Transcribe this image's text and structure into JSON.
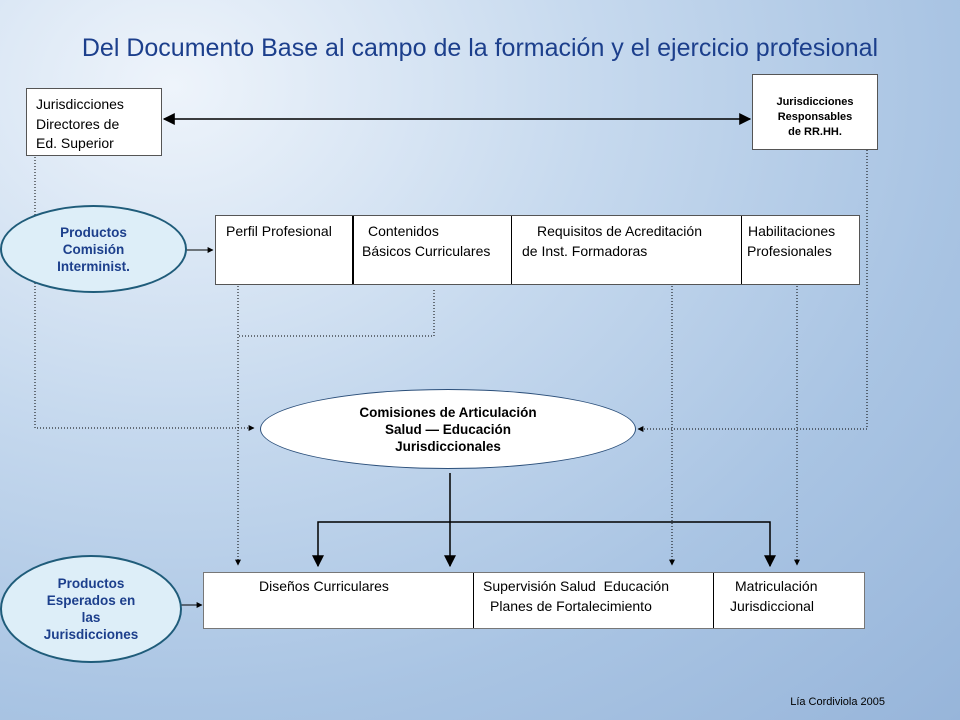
{
  "title": "Del Documento Base  al campo de la formación y el ejercicio profesional",
  "box_directores": {
    "line1": "Jurisdicciones",
    "line2": "Directores de",
    "line3": "Ed. Superior"
  },
  "box_rrhh": {
    "line1": "Jurisdicciones",
    "line2": "Responsables",
    "line3": "de RR.HH."
  },
  "oval_productos_comision": {
    "line1": "Productos",
    "line2": "Comisión",
    "line3": "Interminist."
  },
  "products_row": {
    "perfil": "Perfil Profesional",
    "contenidos_1": "Contenidos",
    "contenidos_2": "Básicos Curriculares",
    "requisitos_1": "Requisitos de Acreditación",
    "requisitos_2": "de Inst. Formadoras",
    "habilitaciones_1": "Habilitaciones",
    "habilitaciones_2": "Profesionales"
  },
  "oval_comisiones": {
    "line1": "Comisiones de Articulación",
    "line2": "Salud   — Educación",
    "line3": "Jurisdiccionales"
  },
  "oval_productos_esperados": {
    "line1": "Productos",
    "line2": "Esperados en",
    "line3": "las",
    "line4": "Jurisdicciones"
  },
  "results_row": {
    "disenos": "Diseños Curriculares",
    "supervision_1": "Supervisión Salud  Educación",
    "supervision_2": "Planes de Fortalecimiento",
    "matriculacion_1": "Matriculación",
    "matriculacion_2": "Jurisdiccional"
  },
  "credit": "Lía Cordiviola 2005",
  "colors": {
    "title": "#1c3f8c",
    "oval_fill": "#ddeef8",
    "oval_border": "#1f5c7a"
  }
}
